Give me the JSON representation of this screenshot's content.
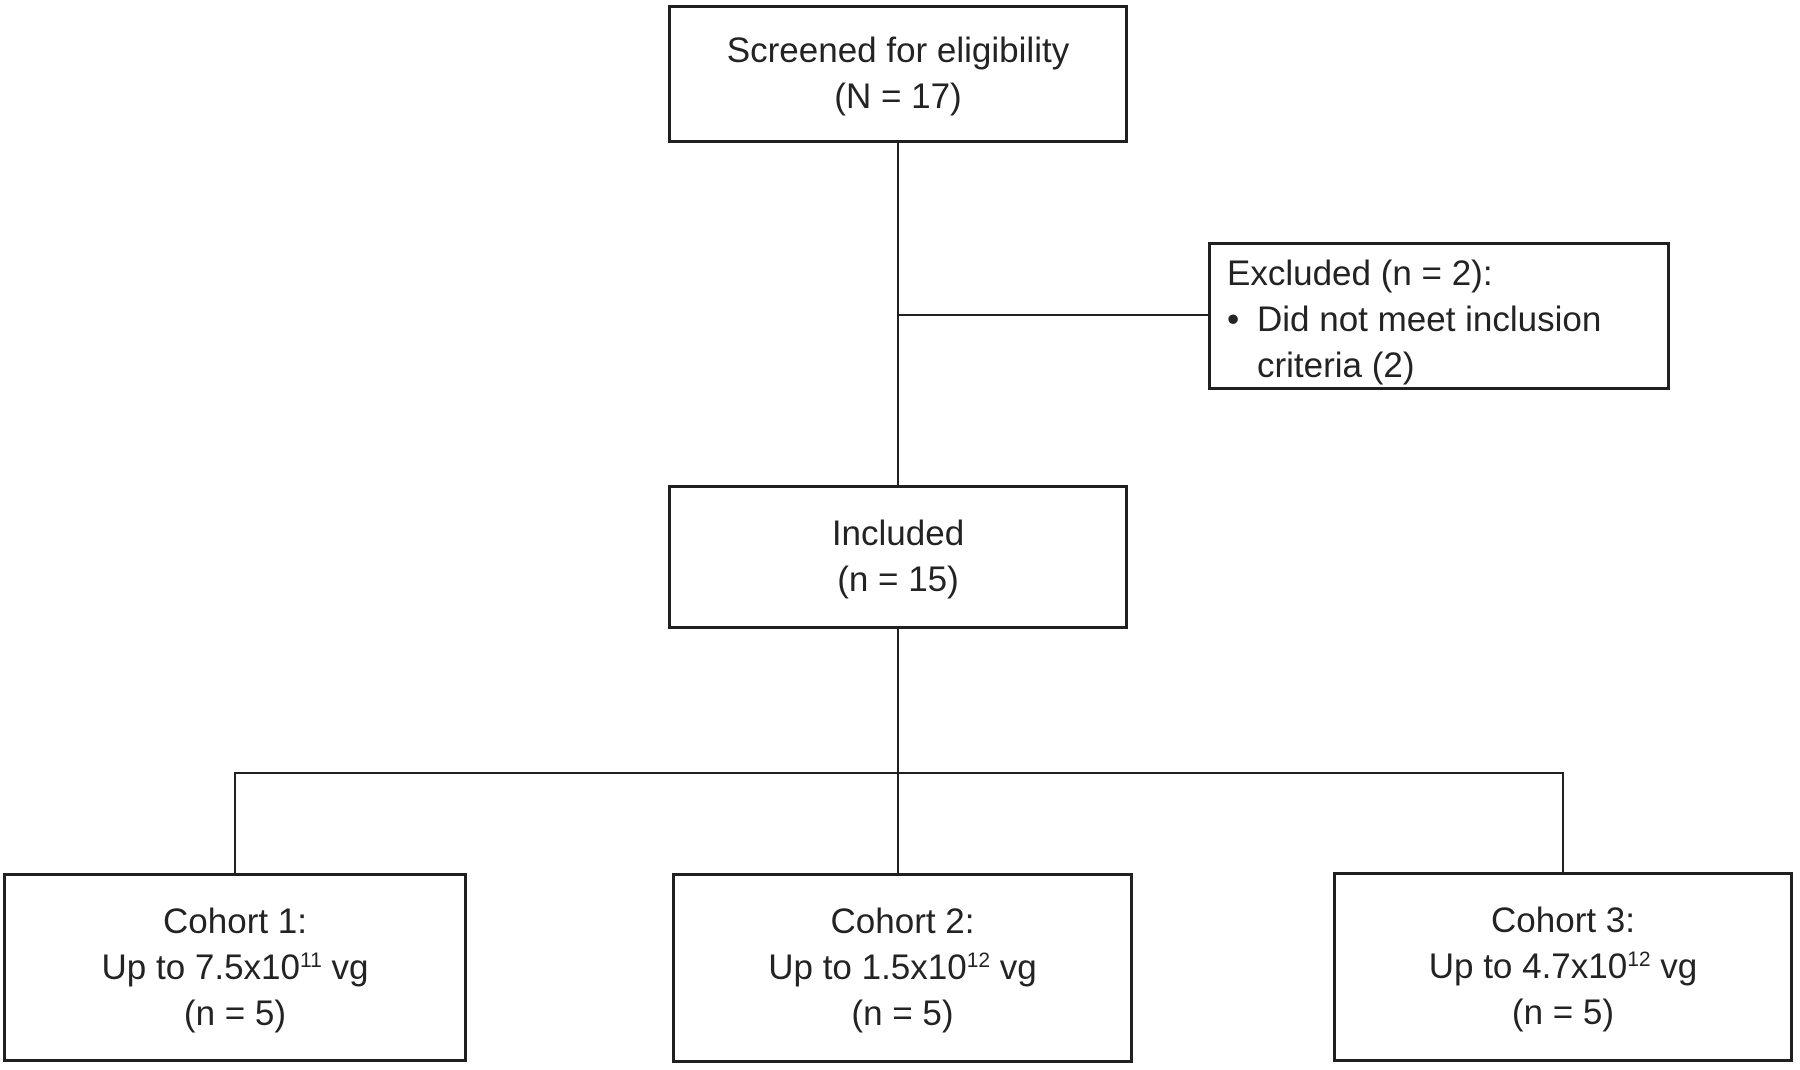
{
  "page": {
    "background_color": "#ffffff",
    "line_color": "#231f20",
    "text_color": "#232323"
  },
  "diagram": {
    "type": "patient-flow-diagram",
    "screened": {
      "line1": "Screened for eligibility",
      "line2": "(N = 17)"
    },
    "excluded": {
      "title": "Excluded (n = 2):",
      "bullet_marker": "•",
      "bullet_text": "Did not meet inclusion criteria (2)"
    },
    "included": {
      "line1": "Included",
      "line2": "(n = 15)"
    },
    "cohorts": [
      {
        "title": "Cohort 1:",
        "dose_prefix": "Up to 7.5x10",
        "dose_exponent": "11",
        "dose_suffix": " vg",
        "count": "(n = 5)"
      },
      {
        "title": "Cohort 2:",
        "dose_prefix": "Up to 1.5x10",
        "dose_exponent": "12",
        "dose_suffix": " vg",
        "count": "(n = 5)"
      },
      {
        "title": "Cohort 3:",
        "dose_prefix": "Up to 4.7x10",
        "dose_exponent": "12",
        "dose_suffix": " vg",
        "count": "(n = 5)"
      }
    ]
  }
}
